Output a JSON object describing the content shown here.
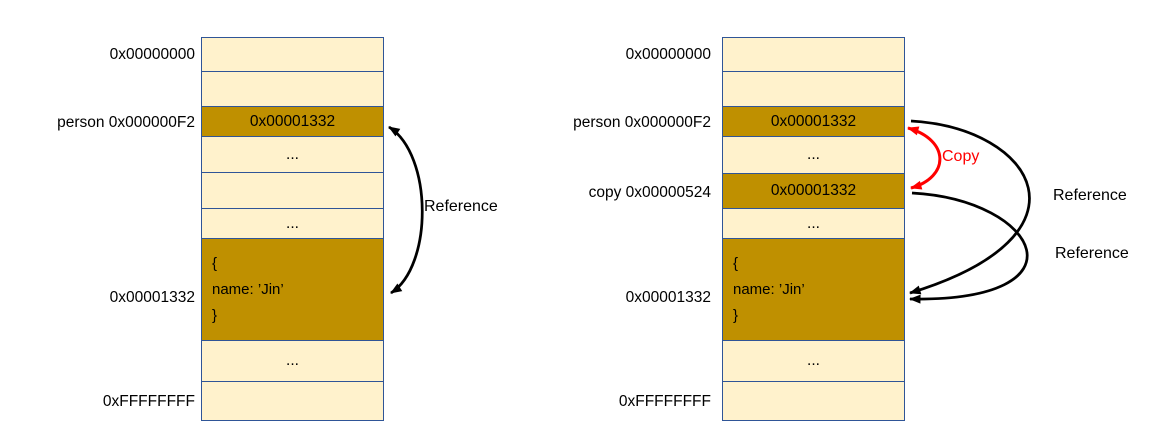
{
  "colors": {
    "cell_fill": "#FFF2CC",
    "highlight_fill": "#BF9000",
    "table_border": "#2F5597",
    "reference_arrow": "#000000",
    "copy_arrow": "#FF0000"
  },
  "left_diagram": {
    "address_labels": {
      "top": "0x00000000",
      "person": "person 0x000000F2",
      "object": "0x00001332",
      "bottom": "0xFFFFFFFF"
    },
    "cells": [
      "",
      "",
      "0x00001332",
      "...",
      "",
      "...",
      "",
      "...",
      ""
    ],
    "object_lines": [
      "{",
      "name: ’Jin’",
      "}"
    ],
    "reference_label": "Reference"
  },
  "right_diagram": {
    "address_labels": {
      "top": "0x00000000",
      "person": "person 0x000000F2",
      "copy": "copy 0x00000524",
      "object": "0x00001332",
      "bottom": "0xFFFFFFFF"
    },
    "cells": [
      "",
      "",
      "0x00001332",
      "...",
      "0x00001332",
      "...",
      "",
      "...",
      ""
    ],
    "object_lines": [
      "{",
      "name: ’Jin’",
      "}"
    ],
    "copy_label": "Copy",
    "reference_label_person": "Reference",
    "reference_label_copy": "Reference"
  }
}
